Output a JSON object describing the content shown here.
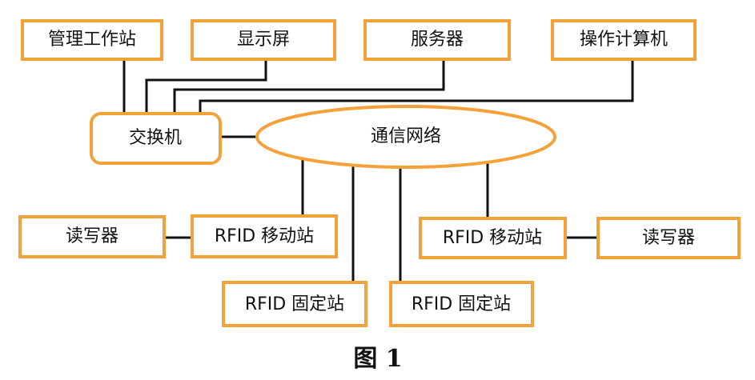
{
  "nodes": {
    "management_workstation": "管理工作站",
    "display_screen": "显示屏",
    "server": "服务器",
    "operator_computer": "操作计算机",
    "switch": "交换机",
    "communication_network": "通信网络",
    "reader_writer_left": "读写器",
    "rfid_mobile_station_left": "RFID 移动站",
    "rfid_mobile_station_right": "RFID 移动站",
    "reader_writer_right": "读写器",
    "rfid_fixed_station_left": "RFID 固定站",
    "rfid_fixed_station_right": "RFID 固定站"
  },
  "caption": "图 1",
  "colors": {
    "box_border": "#f5a13a",
    "line": "#111111",
    "text": "#111111"
  }
}
